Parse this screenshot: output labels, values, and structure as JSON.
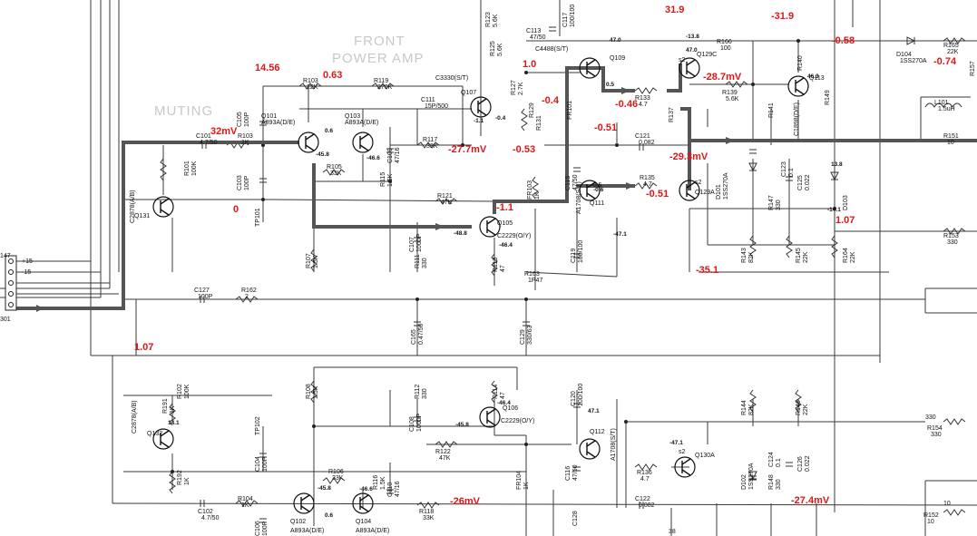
{
  "colors": {
    "measurement": "#e01616",
    "trace": "#555555",
    "wire": "#3a3a3a",
    "title": "#c8c8c8"
  },
  "titles": {
    "front1": "FRONT",
    "front2": "POWER AMP",
    "muting": "MUTING"
  },
  "measurements": [
    "14.56",
    "0.63",
    "32mV",
    "-27.7mV",
    "-0.53",
    "-1.1",
    "1.0",
    "-0.4",
    "-0.46",
    "-0.51",
    "-29.3mV",
    "-0.51",
    "-28.7mV",
    "31.9",
    "-31.9",
    "-0.58",
    "-0.74",
    "1.07",
    "-35.1",
    "0",
    "1.07",
    "-26mV",
    "-27.4mV"
  ],
  "transistors": [
    {
      "ref": "Q101",
      "part": "A893A(D/E)"
    },
    {
      "ref": "Q103",
      "part": "A893A(D/E)"
    },
    {
      "ref": "Q131",
      "part": "C2878(A/B)"
    },
    {
      "ref": "Q107",
      "part": ""
    },
    {
      "ref": "Q105",
      "part": "C2229(O/Y)"
    },
    {
      "ref": "Q109",
      "part": ""
    },
    {
      "ref": "Q111",
      "part": "A1708(S/T)"
    },
    {
      "ref": "Q129C",
      "part": ""
    },
    {
      "ref": "Q129A",
      "part": ""
    },
    {
      "ref": "Q113",
      "part": "C1898(D/E)"
    },
    {
      "ref": "Q132",
      "part": "C2878(A/B)"
    },
    {
      "ref": "Q106",
      "part": "C2229(O/Y)"
    },
    {
      "ref": "Q112",
      "part": "A1708(S/T)"
    },
    {
      "ref": "Q130A",
      "part": ""
    },
    {
      "ref": "Q102",
      "part": "A893A(D/E)"
    },
    {
      "ref": "Q104",
      "part": "A893A(D/E)"
    }
  ],
  "components": [
    {
      "ref": "R103",
      "value": "12K"
    },
    {
      "ref": "R119",
      "value": "270K"
    },
    {
      "ref": "C3330(S/T)",
      "value": ""
    },
    {
      "ref": "C111",
      "value": "15P/500"
    },
    {
      "ref": "R117",
      "value": "33K"
    },
    {
      "ref": "C105",
      "value": "100P"
    },
    {
      "ref": "C101",
      "value": "4.7/50"
    },
    {
      "ref": "R103",
      "value": "1K"
    },
    {
      "ref": "R101",
      "value": "100K"
    },
    {
      "ref": "C103",
      "value": "100P"
    },
    {
      "ref": "R105",
      "value": "33K"
    },
    {
      "ref": "R115",
      "value": "1.5K"
    },
    {
      "ref": "C109",
      "value": "47/16"
    },
    {
      "ref": "R121",
      "value": "47K"
    },
    {
      "ref": "R107",
      "value": "1.5K"
    },
    {
      "ref": "C107",
      "value": "1000P"
    },
    {
      "ref": "R111",
      "value": "330"
    },
    {
      "ref": "R113",
      "value": "47"
    },
    {
      "ref": "R163",
      "value": "1P47"
    },
    {
      "ref": "C119",
      "value": "100/100"
    },
    {
      "ref": "C113",
      "value": "47/50"
    },
    {
      "ref": "C117",
      "value": "100/100"
    },
    {
      "ref": "R123",
      "value": "5.6K"
    },
    {
      "ref": "R125",
      "value": "5.6K"
    },
    {
      "ref": "C4488(S/T)",
      "value": ""
    },
    {
      "ref": "R127",
      "value": "2.7K"
    },
    {
      "ref": "R129",
      "value": ""
    },
    {
      "ref": "R131",
      "value": ""
    },
    {
      "ref": "FR101",
      "value": ""
    },
    {
      "ref": "FR103",
      "value": "1K"
    },
    {
      "ref": "C115",
      "value": "47/50"
    },
    {
      "ref": "C121",
      "value": "0.082"
    },
    {
      "ref": "R133",
      "value": "4.7"
    },
    {
      "ref": "R137",
      "value": ""
    },
    {
      "ref": "R135",
      "value": "4.7"
    },
    {
      "ref": "R139",
      "value": "5.6K"
    },
    {
      "ref": "R166",
      "value": "100"
    },
    {
      "ref": "R140",
      "value": ""
    },
    {
      "ref": "R141",
      "value": ""
    },
    {
      "ref": "R143",
      "value": "82K"
    },
    {
      "ref": "R145",
      "value": "22K"
    },
    {
      "ref": "R147",
      "value": "330"
    },
    {
      "ref": "R149",
      "value": ""
    },
    {
      "ref": "R151",
      "value": "10"
    },
    {
      "ref": "R153",
      "value": "330"
    },
    {
      "ref": "R157",
      "value": ""
    },
    {
      "ref": "R164",
      "value": "22K"
    },
    {
      "ref": "R165",
      "value": "22K"
    },
    {
      "ref": "D104",
      "value": "1SS270A"
    },
    {
      "ref": "D101",
      "value": "1SS270A"
    },
    {
      "ref": "D103",
      "value": ""
    },
    {
      "ref": "C123",
      "value": "0.1"
    },
    {
      "ref": "C125",
      "value": "0.022"
    },
    {
      "ref": "L101",
      "value": "1.5uH"
    },
    {
      "ref": "TP101",
      "value": ""
    },
    {
      "ref": "C127",
      "value": "100P"
    },
    {
      "ref": "R162",
      "value": "2"
    },
    {
      "ref": "C165",
      "value": "0.47/50"
    },
    {
      "ref": "C129",
      "value": "330/63"
    },
    {
      "ref": "R191",
      "value": "1K"
    },
    {
      "ref": "R192",
      "value": "1K"
    },
    {
      "ref": "C102",
      "value": "4.7/50"
    },
    {
      "ref": "R104",
      "value": "1K"
    },
    {
      "ref": "R108",
      "value": "1.5K"
    },
    {
      "ref": "C108",
      "value": "1000P"
    },
    {
      "ref": "R112",
      "value": "330"
    },
    {
      "ref": "R114",
      "value": "47"
    },
    {
      "ref": "C120",
      "value": "100/100"
    },
    {
      "ref": "R122",
      "value": "47K"
    },
    {
      "ref": "R106",
      "value": "33K"
    },
    {
      "ref": "R116",
      "value": "1.5K"
    },
    {
      "ref": "C110",
      "value": "47/16"
    },
    {
      "ref": "R118",
      "value": "33K"
    },
    {
      "ref": "C104",
      "value": "100P"
    },
    {
      "ref": "C106",
      "value": "100P"
    },
    {
      "ref": "TP102",
      "value": ""
    },
    {
      "ref": "FR104",
      "value": "1K"
    },
    {
      "ref": "C116",
      "value": "47/50"
    },
    {
      "ref": "R136",
      "value": "4.7"
    },
    {
      "ref": "C122",
      "value": "0.082"
    },
    {
      "ref": "D102",
      "value": "1SS270A"
    },
    {
      "ref": "R144",
      "value": "82K"
    },
    {
      "ref": "R146",
      "value": "22K"
    },
    {
      "ref": "R148",
      "value": "330"
    },
    {
      "ref": "C126",
      "value": "0.022"
    },
    {
      "ref": "C124",
      "value": "0.1"
    },
    {
      "ref": "R154",
      "value": "330"
    },
    {
      "ref": "R152",
      "value": "10"
    },
    {
      "ref": "R102",
      "value": "100K"
    },
    {
      "ref": "C128",
      "value": ""
    }
  ],
  "voltages": [
    "-45.8",
    "-46.6",
    "0.6",
    "-1.1",
    "-0.4",
    "-48.8",
    "-46.4",
    "-47.1",
    "-0.5",
    "-0.6",
    "47.0",
    "0.5",
    "-13.8",
    "-14.1",
    "46.3",
    "-46.4",
    "-45.8",
    "47.1",
    "-47.1",
    "0.6",
    "-45.8",
    "-46.6",
    "14.1",
    "47.0",
    "13.8"
  ],
  "connector": {
    "labels": [
      "+15",
      "-15",
      "",
      "",
      ""
    ],
    "ref1": "147",
    "ref2": "301"
  },
  "misc": {
    "s2": "s2",
    "num38": "38",
    "num330": "330",
    "num10": "10"
  }
}
